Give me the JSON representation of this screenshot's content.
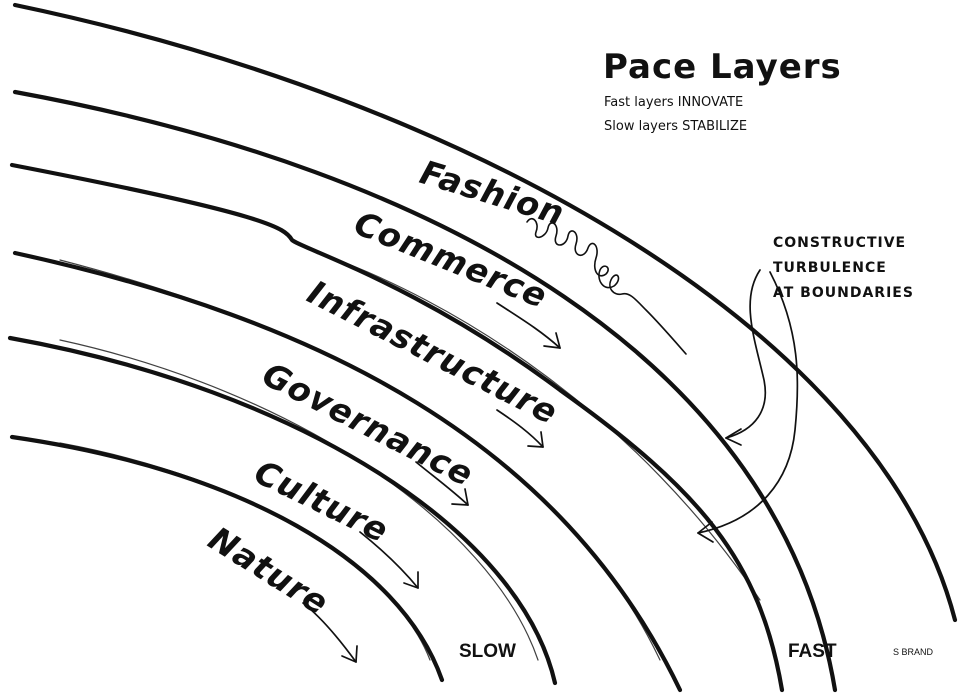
{
  "title": "Pace Layers",
  "subtitle": {
    "line1": "Fast layers INNOVATE",
    "line2": "Slow layers STABILIZE"
  },
  "layers": [
    {
      "name": "Fashion"
    },
    {
      "name": "Commerce"
    },
    {
      "name": "Infrastructure"
    },
    {
      "name": "Governance"
    },
    {
      "name": "Culture"
    },
    {
      "name": "Nature"
    }
  ],
  "callout": {
    "line1": "CONSTRUCTIVE",
    "line2": "TURBULENCE",
    "line3": "AT BOUNDARIES"
  },
  "speed_labels": {
    "slow": "SLOW",
    "fast": "FAST"
  },
  "credit": "S BRAND",
  "colors": {
    "ink": "#111111",
    "background": "#ffffff"
  }
}
